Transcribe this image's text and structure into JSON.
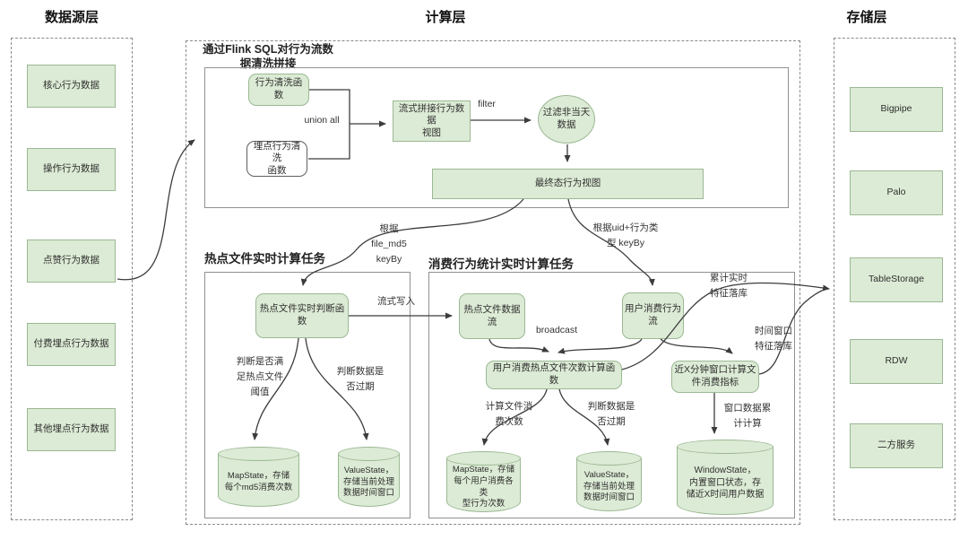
{
  "headers": {
    "datasource": "数据源层",
    "compute": "计算层",
    "storage": "存储层"
  },
  "datasource_items": [
    "核心行为数据",
    "操作行为数据",
    "点赞行为数据",
    "付费埋点行为数据",
    "其他埋点行为数据"
  ],
  "storage_items": [
    "Bigpipe",
    "Palo",
    "TableStorage",
    "RDW",
    "二方服务"
  ],
  "flink": {
    "caption": "通过Flink SQL对行为流数\n据清洗拼接",
    "clean_fn": "行为清洗函数",
    "track_clean_fn": "埋点行为清洗\n函数",
    "union_label": "union all",
    "join_view": "流式拼接行为数据\n视图",
    "filter_label": "filter",
    "filter_node": "过滤非当天\n数据",
    "final_view": "最终态行为视图"
  },
  "hot_task": {
    "title": "热点文件实时计算任务",
    "label_keyby": "根据\nfile_md5\nkeyBy",
    "judge_fn": "热点文件实时判断函\n数",
    "label_stream_write": "流式写入",
    "label_threshold": "判断是否满\n足热点文件\n阈值",
    "label_expire": "判断数据是\n否过期",
    "map_state": "MapState，存储\n每个md5消费次数",
    "value_state": "ValueState，\n存储当前处理\n数据时间窗口"
  },
  "consume_task": {
    "title": "消费行为统计实时计算任务",
    "label_keyby": "根据uid+行为类\n型 keyBy",
    "hot_stream": "热点文件数据\n流",
    "user_stream": "用户消费行为\n流",
    "label_broadcast": "broadcast",
    "count_fn": "用户消费热点文件次数计算函数",
    "window_fn": "近X分钟窗口计算文\n件消费指标",
    "label_cumulative": "累计实时\n特征落库",
    "label_window_store": "时间窗口\n特征落库",
    "label_count": "计算文件消\n费次数",
    "label_expire": "判断数据是\n否过期",
    "label_window_calc": "窗口数据累\n计计算",
    "map_state": "MapState，存储\n每个用户消费各类\n型行为次数",
    "value_state": "ValueState，\n存储当前处理\n数据时间窗口",
    "window_state": "WindowState，\n内置窗口状态，存\n储近X时间用户数据"
  },
  "colors": {
    "node_fill": "#dcebd5",
    "node_border": "#9bb894",
    "line": "#3c3c3c"
  }
}
